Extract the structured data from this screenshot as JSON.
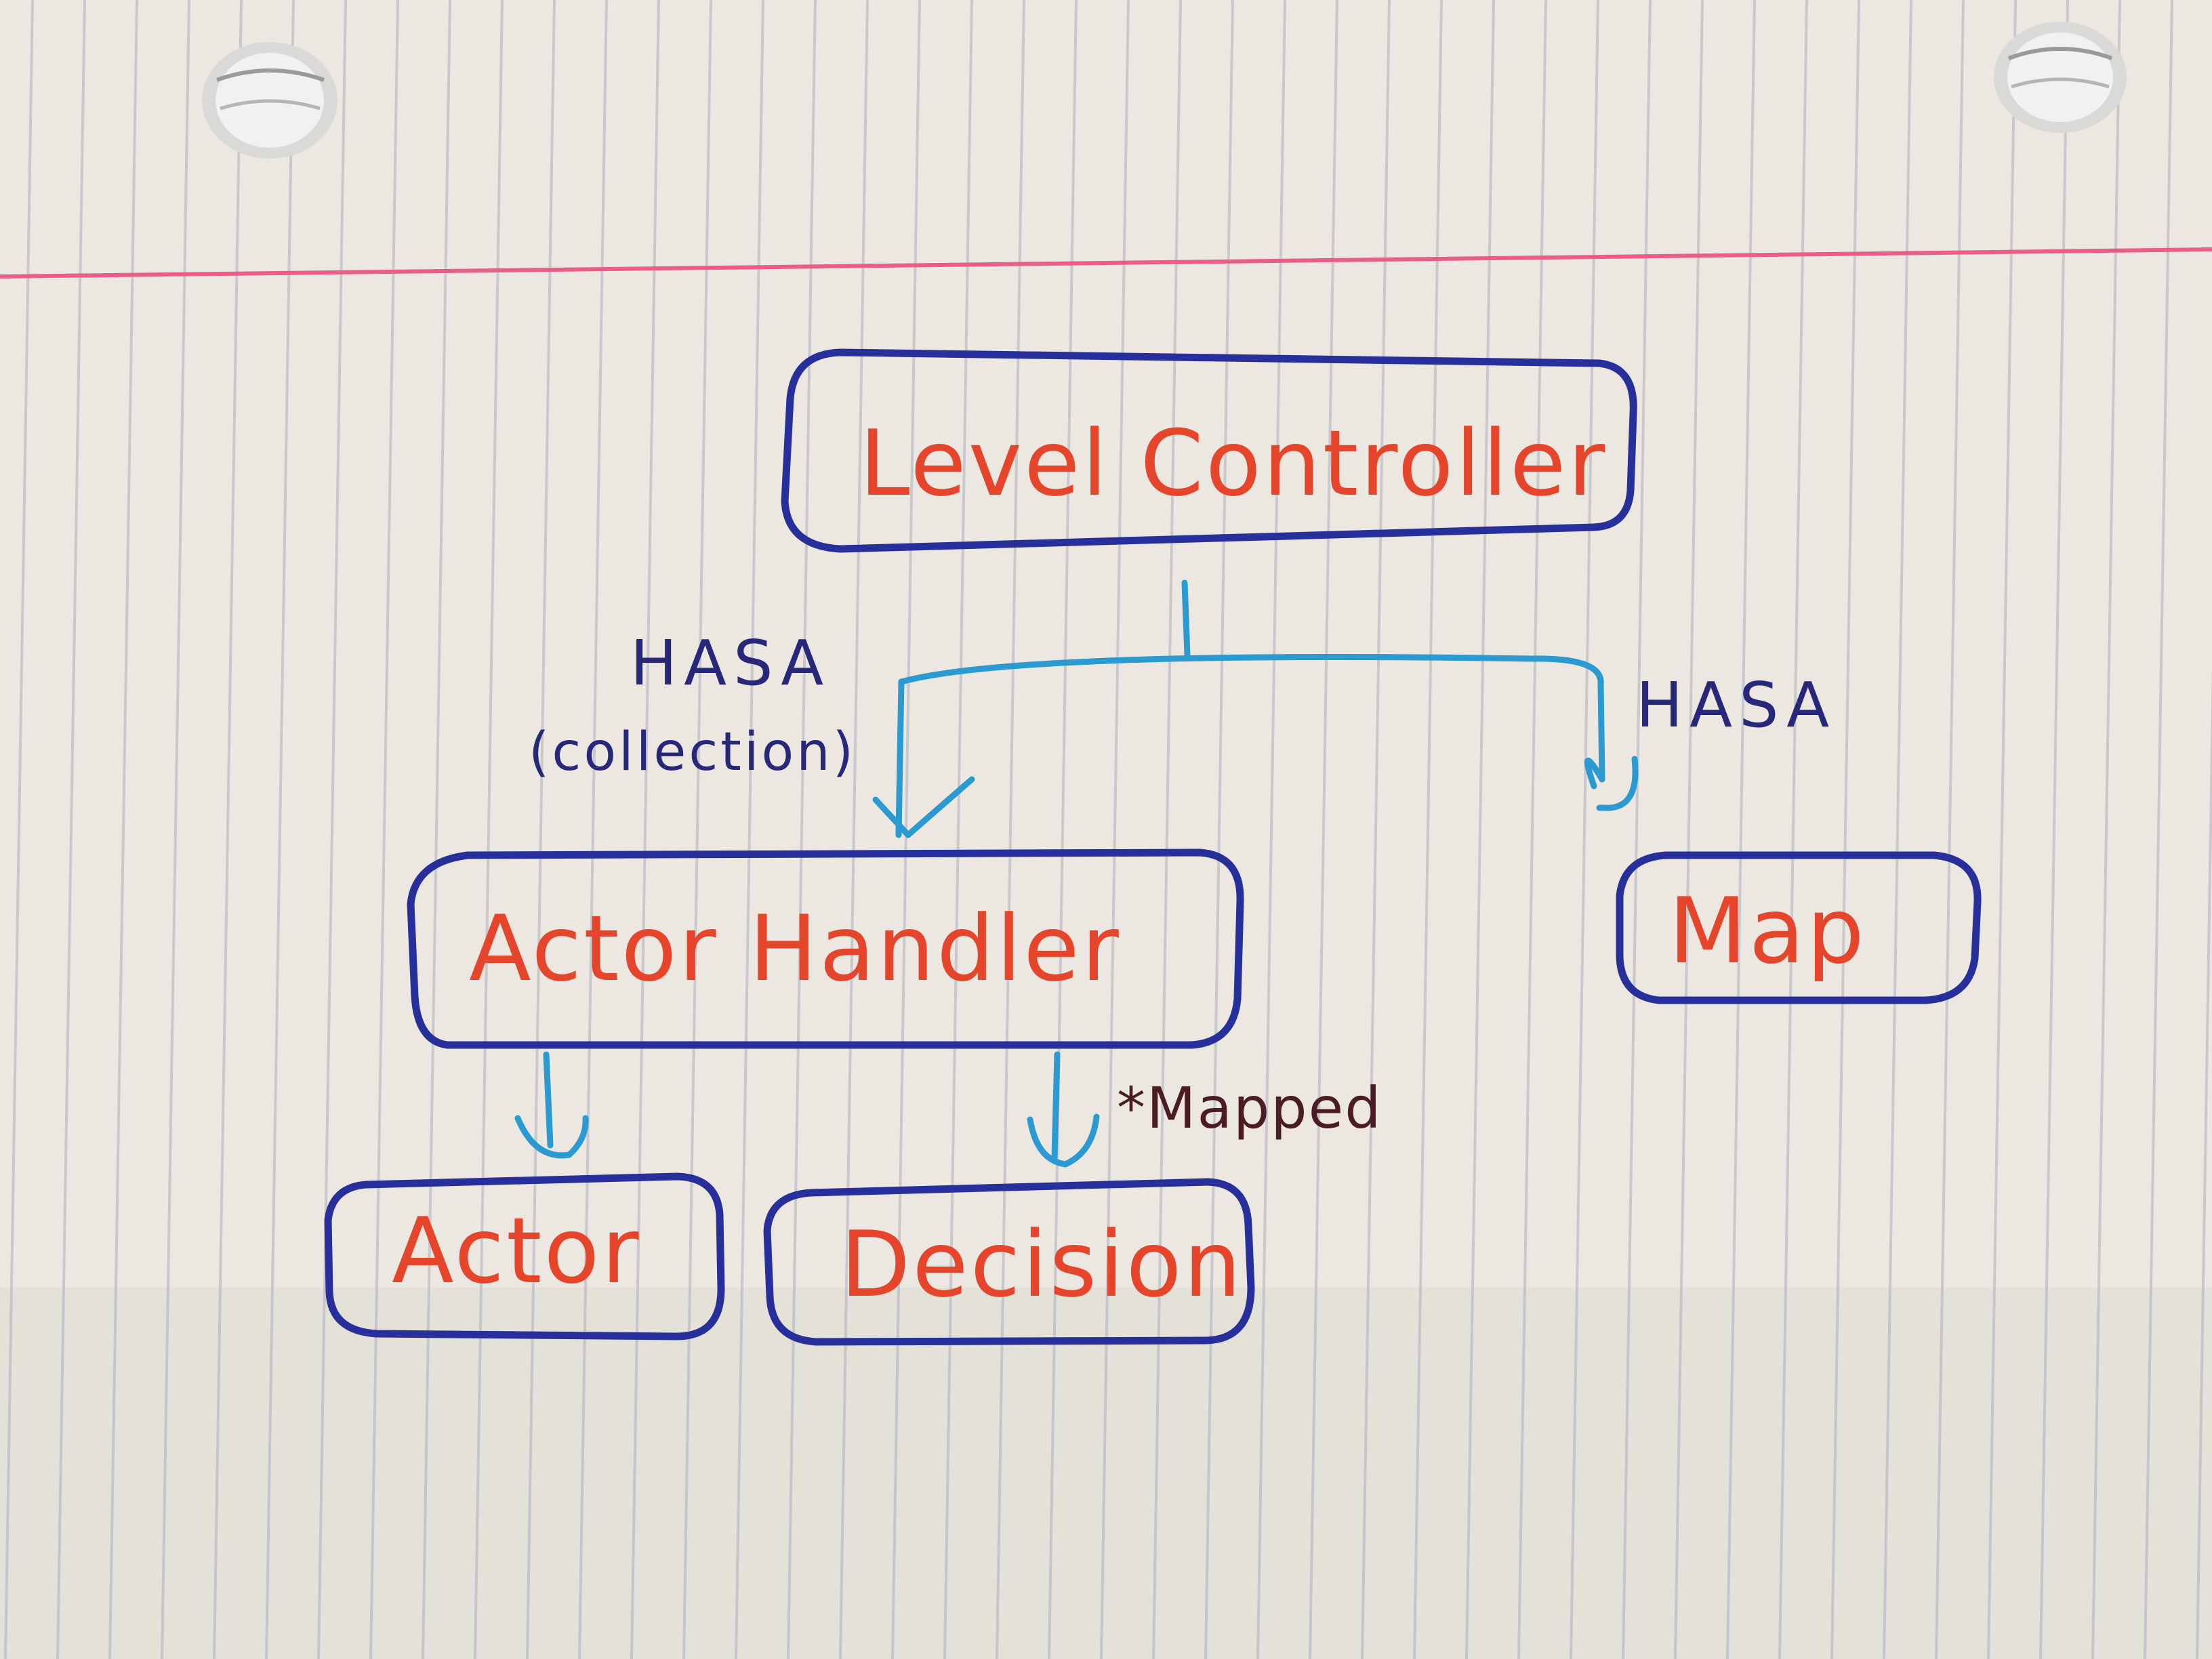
{
  "colors": {
    "paper": "#ece8e1",
    "rule_line": "#aab0c2",
    "margin_line": "#e95d86",
    "box_outline": "#27309a",
    "box_text": "#e5452a",
    "arrow": "#2a9ad0",
    "label_text": "#28287a",
    "annotation_text": "#4b1c24"
  },
  "nodes": {
    "level_controller": "Level Controller",
    "actor_handler": "Actor Handler",
    "map": "Map",
    "actor": "Actor",
    "decision": "Decision"
  },
  "edges": {
    "to_actor_handler": {
      "label": "HASA",
      "note": "(collection)"
    },
    "to_map": {
      "label": "HASA"
    },
    "to_decision": {
      "annotation": "*Mapped"
    }
  }
}
